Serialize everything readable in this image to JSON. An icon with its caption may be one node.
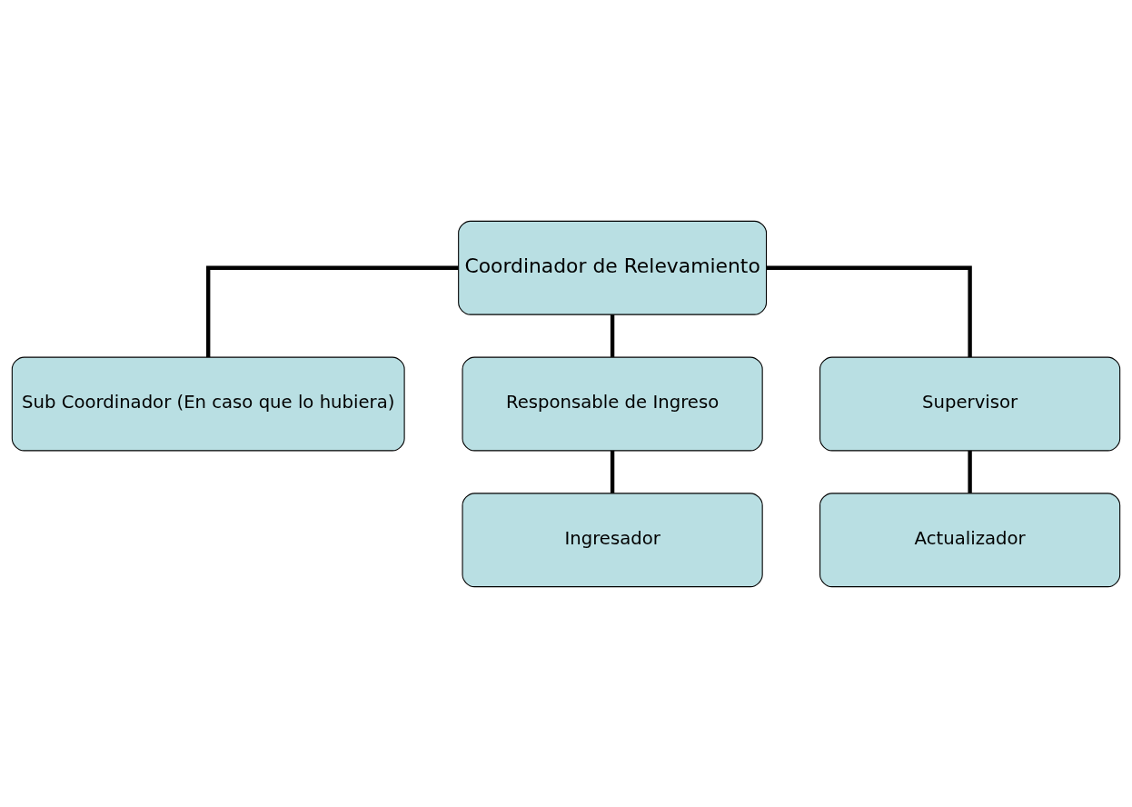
{
  "diagram": {
    "nodes": [
      {
        "text": [
          "Coordinador de Relevamiento"
        ]
      },
      {
        "text": [
          "Sub Coordinador (En caso que lo hubiera)"
        ]
      },
      {
        "text": [
          "Responsable de Ingreso"
        ]
      },
      {
        "text": [
          "Ingresador"
        ]
      },
      {
        "text": [
          "Supervisor"
        ]
      },
      {
        "text": [
          "Actualizador"
        ]
      }
    ],
    "edges": [
      {
        "from": 0,
        "to": 1,
        "arrow": "none"
      },
      {
        "from": 0,
        "to": 2,
        "arrow": "none"
      },
      {
        "from": 0,
        "to": 4,
        "arrow": "none"
      },
      {
        "from": 2,
        "to": 3,
        "arrow": "none"
      },
      {
        "from": 4,
        "to": 5,
        "arrow": "none"
      }
    ]
  }
}
